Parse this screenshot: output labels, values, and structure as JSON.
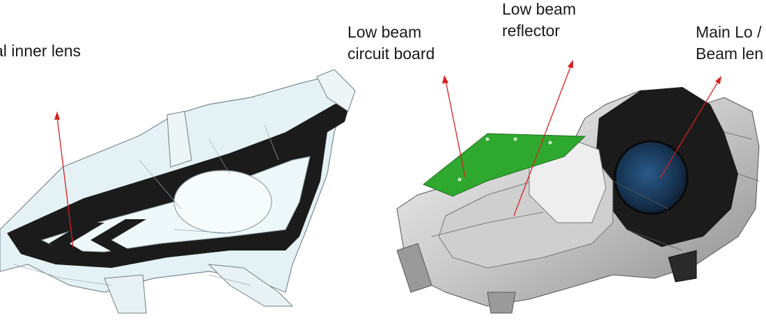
{
  "diagram": {
    "labels": {
      "inner_lens": {
        "lines": [
          "al inner lens"
        ]
      },
      "circuit_board": {
        "lines": [
          "Low beam",
          "circuit board"
        ]
      },
      "reflector": {
        "lines": [
          "Low beam",
          "reflector"
        ]
      },
      "main_lens": {
        "lines": [
          "Main Lo /",
          "Beam len"
        ]
      }
    },
    "colors": {
      "leader_line": "#d62020",
      "circuit_board": "#2fa82f",
      "housing_dark": "#1b1b1b",
      "lens_blue": "#1d3f66",
      "inner_lens_tint": "#e4f2f5"
    }
  }
}
